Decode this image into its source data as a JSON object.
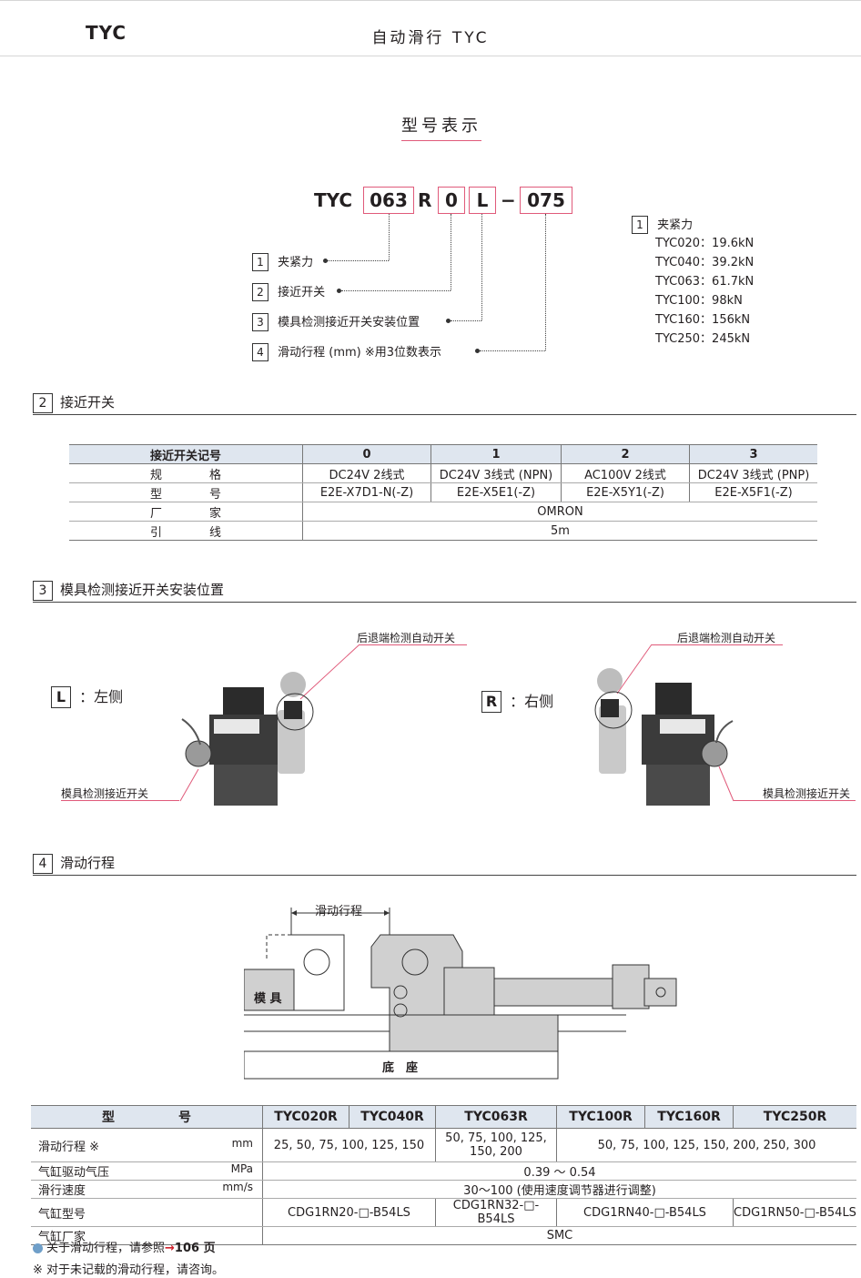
{
  "header": {
    "brand": "TYC",
    "title": "自动滑行 TYC"
  },
  "model": {
    "title": "型号表示",
    "code": {
      "prefix": "TYC",
      "force": "063",
      "r": "R",
      "switch": "0",
      "position": "L",
      "dash": "−",
      "stroke": "075"
    },
    "legend": [
      {
        "num": "1",
        "label": "夹紧力"
      },
      {
        "num": "2",
        "label": "接近开关"
      },
      {
        "num": "3",
        "label": "模具检测接近开关安装位置"
      },
      {
        "num": "4",
        "label": "滑动行程 (mm) ※用3位数表示"
      }
    ],
    "force_spec": {
      "num": "1",
      "label": "夹紧力",
      "items": [
        "TYC020：19.6kN",
        "TYC040：39.2kN",
        "TYC063：61.7kN",
        "TYC100：98kN",
        "TYC160：156kN",
        "TYC250：245kN"
      ]
    }
  },
  "section2": {
    "num": "2",
    "title": "接近开关",
    "table": {
      "header": [
        "接近开关记号",
        "0",
        "1",
        "2",
        "3"
      ],
      "rows": [
        {
          "label": "规　　　　格",
          "cells": [
            "DC24V 2线式",
            "DC24V 3线式 (NPN)",
            "AC100V 2线式",
            "DC24V 3线式 (PNP)"
          ]
        },
        {
          "label": "型　　　　号",
          "cells": [
            "E2E-X7D1-N(-Z)",
            "E2E-X5E1(-Z)",
            "E2E-X5Y1(-Z)",
            "E2E-X5F1(-Z)"
          ]
        },
        {
          "label": "厂　　　　家",
          "merged": "OMRON"
        },
        {
          "label": "引　　　　线",
          "merged": "5m"
        }
      ]
    }
  },
  "section3": {
    "num": "3",
    "title": "模具检测接近开关安装位置",
    "left": {
      "code": "L",
      "label": "：左侧",
      "top_caption": "后退端检测自动开关",
      "bottom_caption": "模具检测接近开关"
    },
    "right": {
      "code": "R",
      "label": "：右侧",
      "top_caption": "后退端检测自动开关",
      "bottom_caption": "模具检测接近开关"
    }
  },
  "section4": {
    "num": "4",
    "title": "滑动行程",
    "diagram": {
      "stroke_label": "滑动行程",
      "die_label": "模 具",
      "base_label": "底　座"
    },
    "table": {
      "header": [
        "型　　　　　号",
        "TYC020R",
        "TYC040R",
        "TYC063R",
        "TYC100R",
        "TYC160R",
        "TYC250R"
      ],
      "rows": [
        {
          "label": "滑动行程 ※",
          "unit": "mm",
          "cells": [
            "25, 50, 75, 100, 125, 150",
            "50, 75, 100, 125, 150, 200",
            "50, 75, 100, 125, 150, 200, 250, 300"
          ]
        },
        {
          "label": "气缸驱动气压",
          "unit": "MPa",
          "merged": "0.39 ～ 0.54"
        },
        {
          "label": "滑行速度",
          "unit": "mm/s",
          "merged": "30～100 (使用速度调节器进行调整)"
        },
        {
          "label": "气缸型号",
          "unit": "",
          "cells": [
            "CDG1RN20-□-B54LS",
            "CDG1RN32-□-B54LS",
            "CDG1RN40-□-B54LS",
            "CDG1RN50-□-B54LS"
          ]
        },
        {
          "label": "气缸厂家",
          "unit": "",
          "merged": "SMC"
        }
      ]
    }
  },
  "notes": {
    "ref_prefix": "关于滑动行程，请参照",
    "ref_arrow": "→",
    "ref_page": "106 页",
    "note": "※ 对于未记载的滑动行程，请咨询。"
  }
}
